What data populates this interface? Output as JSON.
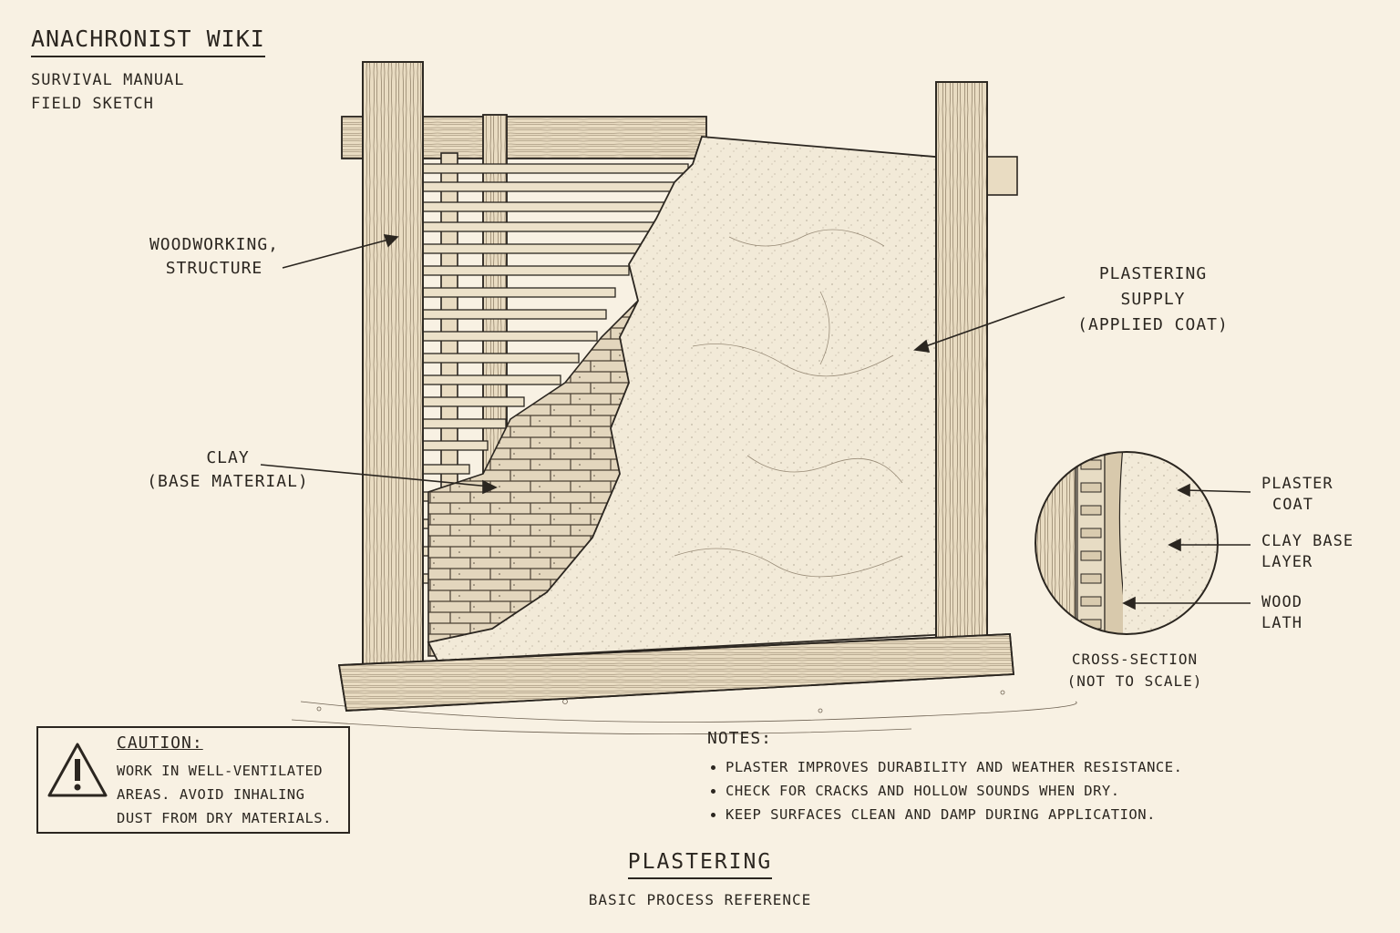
{
  "header": {
    "title": "ANACHRONIST WIKI",
    "subtitle_lines": [
      "SURVIVAL MANUAL",
      "FIELD SKETCH"
    ]
  },
  "labels": {
    "woodworking": [
      "WOODWORKING,",
      "STRUCTURE"
    ],
    "clay": [
      "CLAY",
      "(BASE MATERIAL)"
    ],
    "plastering_supply": [
      "PLASTERING",
      "SUPPLY",
      "(APPLIED COAT)"
    ]
  },
  "cross_section": {
    "layers": [
      {
        "lines": [
          "PLASTER",
          "COAT"
        ]
      },
      {
        "lines": [
          "CLAY BASE",
          "LAYER"
        ]
      },
      {
        "lines": [
          "WOOD",
          "LATH"
        ]
      }
    ],
    "caption": [
      "CROSS-SECTION",
      "(NOT TO SCALE)"
    ]
  },
  "caution": {
    "heading": "CAUTION:",
    "lines": [
      "WORK IN WELL-VENTILATED",
      "AREAS. AVOID INHALING",
      "DUST FROM DRY MATERIALS."
    ],
    "icon": "warning-triangle-icon"
  },
  "notes": {
    "heading": "NOTES:",
    "items": [
      "PLASTER IMPROVES DURABILITY AND WEATHER RESISTANCE.",
      "CHECK FOR CRACKS AND HOLLOW SOUNDS WHEN DRY.",
      "KEEP SURFACES CLEAN AND DAMP DURING APPLICATION."
    ]
  },
  "footer": {
    "title": "PLASTERING",
    "subtitle": "BASIC PROCESS REFERENCE"
  },
  "colors": {
    "paper": "#f8f1e3",
    "ink": "#2b2620",
    "plaster": "#f2ead8",
    "clay": "#e3d6bd",
    "wood": "#e9dcc2"
  }
}
